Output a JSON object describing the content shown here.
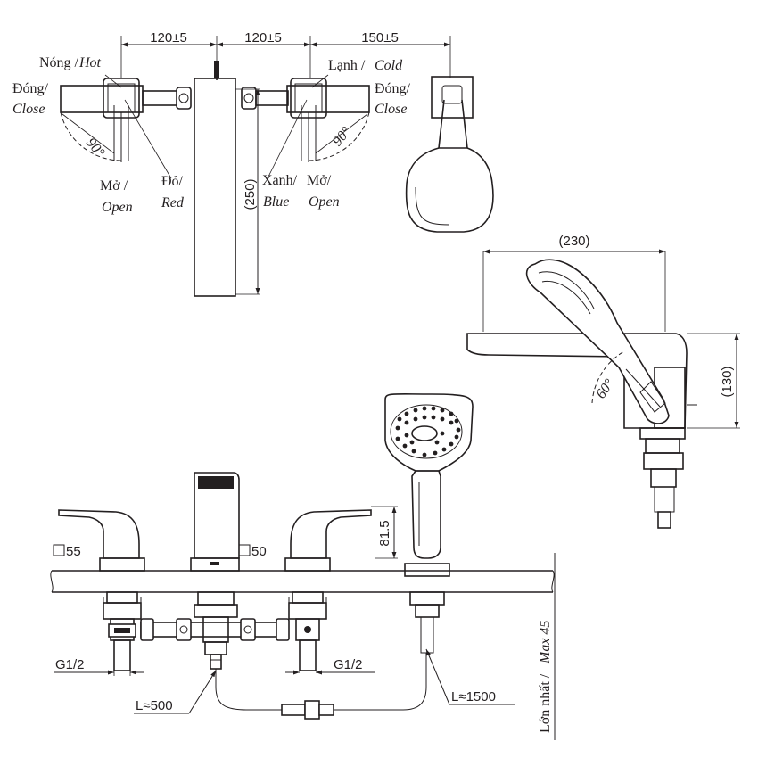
{
  "dimensions": {
    "top_span_1": "120±5",
    "top_span_2": "120±5",
    "top_span_3": "150±5",
    "spout_length": "(250)",
    "handshower_length": "(230)",
    "handshower_height": "(130)",
    "handshower_angle": "60°",
    "handle_height": "81.5",
    "deck_square_left": "55",
    "deck_square_right": "50",
    "thread_left": "G1/2",
    "thread_right": "G1/2",
    "hose_spout": "L≈500",
    "hose_shower": "L≈1500"
  },
  "labels": {
    "hot_vi": "Nóng /",
    "hot_en": "Hot",
    "cold_vi": "Lạnh /",
    "cold_en": "Cold",
    "close_left_vi": "Đóng/",
    "close_left_en": "Close",
    "close_right_vi": "Đóng/",
    "close_right_en": "Close",
    "angle_left": "90°",
    "angle_right": "90°",
    "open_left_vi": "Mở /",
    "open_left_en": "Open",
    "red_vi": "Đỏ/",
    "red_en": "Red",
    "blue_vi": "Xanh/",
    "blue_en": "Blue",
    "open_right_vi": "Mở/",
    "open_right_en": "Open",
    "max_deck_vi": "Lớn nhất /",
    "max_deck_en": "Max 45"
  }
}
